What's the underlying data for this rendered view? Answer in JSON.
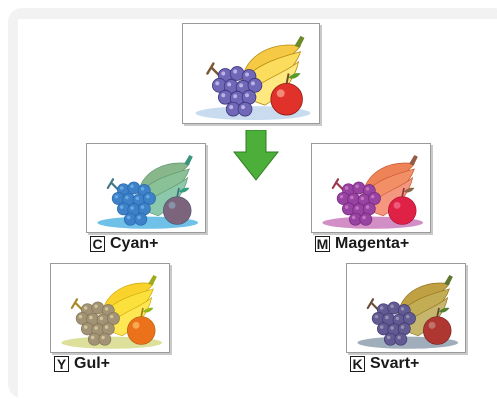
{
  "original": {
    "tint": "#ffffff"
  },
  "variants": [
    {
      "id": "cyan",
      "key": "C",
      "name": "Cyan+",
      "tint": "#00a0e0",
      "strength": 0.45
    },
    {
      "id": "magenta",
      "key": "M",
      "name": "Magenta+",
      "tint": "#e0007a",
      "strength": 0.35
    },
    {
      "id": "yellow",
      "key": "Y",
      "name": "Gul+",
      "tint": "#ffe600",
      "strength": 0.35
    },
    {
      "id": "black",
      "key": "K",
      "name": "Svart+",
      "tint": "#404040",
      "strength": 0.3
    }
  ],
  "arrow": {
    "icon": "down-arrow-icon",
    "color": "#4caf3a"
  }
}
